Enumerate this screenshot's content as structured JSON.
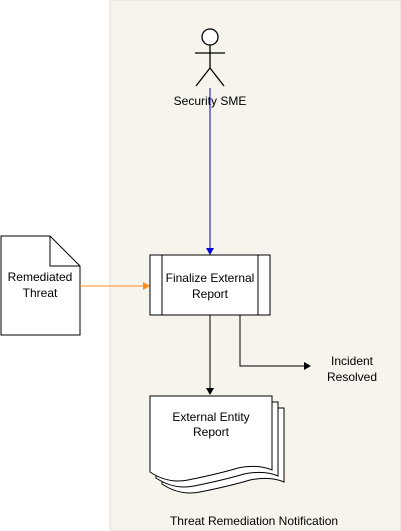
{
  "swimlane": {
    "title": "Threat Remediation Notification",
    "fill": "#f7f4ed"
  },
  "actor": {
    "label": "Security SME",
    "icon": "stick-figure-icon"
  },
  "input_document": {
    "line1": "Remediated",
    "line2": "Threat",
    "icon": "document-icon"
  },
  "process": {
    "line1": "Finalize External",
    "line2": "Report"
  },
  "output_document": {
    "line1": "External Entity",
    "line2": "Report",
    "icon": "multi-document-icon"
  },
  "end_state": {
    "line1": "Incident",
    "line2": "Resolved"
  },
  "colors": {
    "actor_connector": "#0000dd",
    "input_connector": "#ff8c1a",
    "default_connector": "#000000"
  }
}
